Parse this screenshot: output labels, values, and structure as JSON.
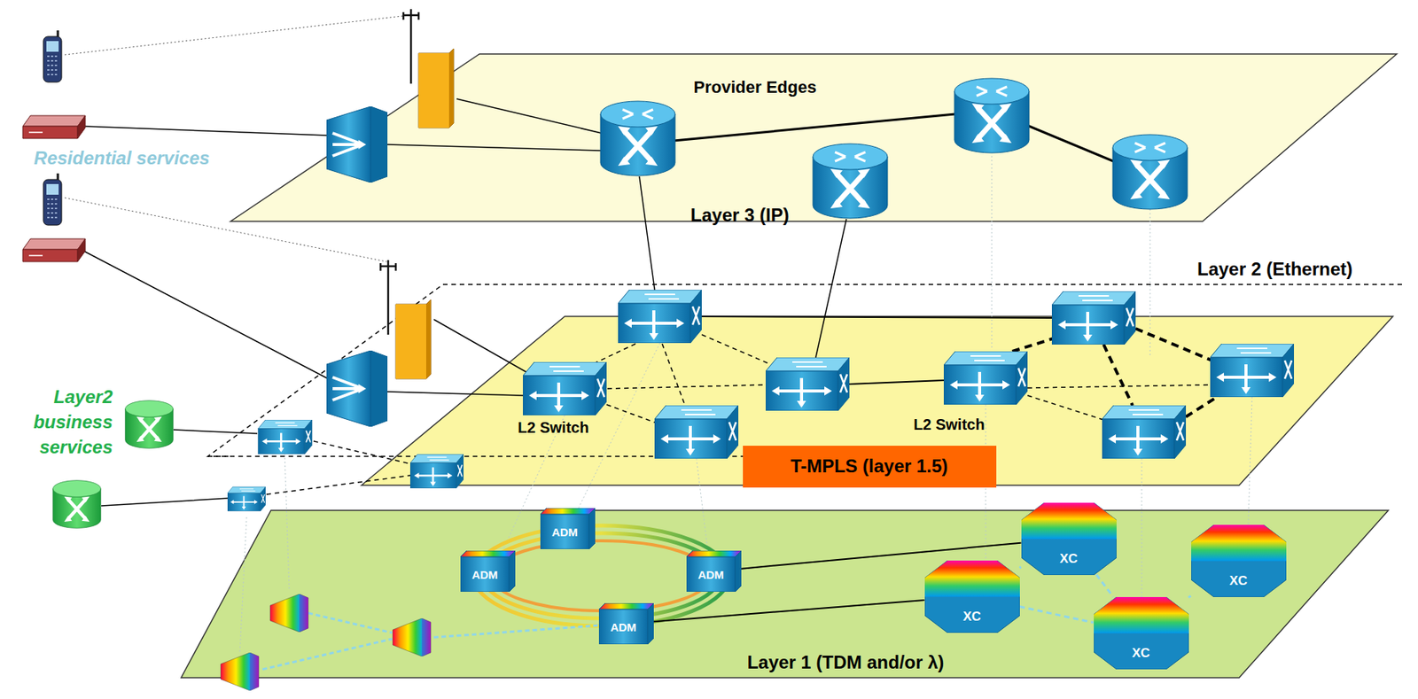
{
  "diagram": {
    "nodes": [
      {
        "text": [
          "Layer 3 (IP)"
        ]
      },
      {
        "text": [
          "Layer 2 (Ethernet)"
        ]
      },
      {
        "text": [
          "T-MPLS (layer 1.5)"
        ]
      },
      {
        "text": [
          "Layer 1 (TDM and/or λ)"
        ]
      },
      {
        "text": [
          "ADM"
        ],
        "in": 3
      },
      {
        "text": [
          "ADM"
        ],
        "in": 3
      },
      {
        "text": [
          "ADM"
        ],
        "in": 3
      },
      {
        "text": [
          "ADM"
        ],
        "in": 3
      },
      {
        "text": [
          "XC"
        ],
        "in": 3
      },
      {
        "text": [
          "XC"
        ],
        "in": 3
      },
      {
        "text": [
          "XC"
        ],
        "in": 3
      },
      {
        "text": [
          "XC"
        ],
        "in": 3
      }
    ],
    "edges": [
      {
        "from": 6,
        "to": 8,
        "arrow": "none"
      },
      {
        "from": 7,
        "to": 10,
        "arrow": "none"
      },
      {
        "from": 8,
        "to": 10,
        "arrow": "none"
      },
      {
        "from": 8,
        "to": 11,
        "arrow": "none"
      },
      {
        "from": 10,
        "to": 11,
        "arrow": "none"
      },
      {
        "from": 9,
        "to": 11,
        "arrow": "none"
      }
    ],
    "labels": [
      "Provider Edges",
      "Residential services",
      "Layer2 business services",
      "L2 Switch",
      "L2 Switch"
    ]
  }
}
